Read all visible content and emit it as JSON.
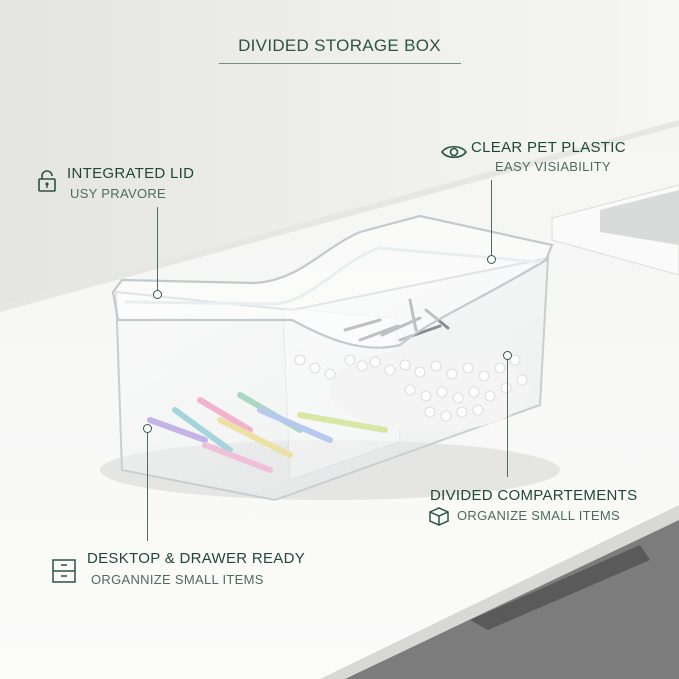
{
  "title": "DIVIDED STORAGE BOX",
  "features": {
    "lid": {
      "title": "INTEGRATED LID",
      "subtitle": "USY PRAVORE",
      "icon": "lock-icon"
    },
    "plastic": {
      "title": "CLEAR PET PLASTIC",
      "subtitle": "EASY VISIABILITY",
      "icon": "eye-icon"
    },
    "compartments": {
      "title": "DIVIDED COMPARTEMENTS",
      "subtitle": "ORGANIZE SMALL ITEMS",
      "icon": "box-icon"
    },
    "desktop": {
      "title": "DESKTOP & DRAWER READY",
      "subtitle": "ORGANNIZE SMALL ITEMS",
      "icon": "drawer-icon"
    }
  },
  "colors": {
    "accent": "#1f4a3c",
    "background": "#f3f3f1"
  }
}
